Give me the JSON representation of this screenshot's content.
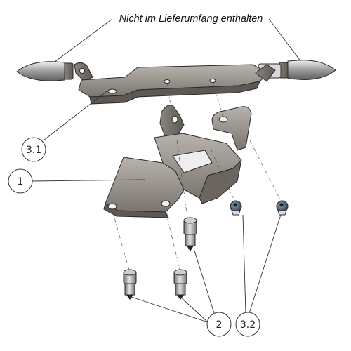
{
  "note": "Nicht im Lieferumfang enthalten",
  "callouts": {
    "c31": "3.1",
    "c1": "1",
    "c2": "2",
    "c32": "3.2"
  }
}
